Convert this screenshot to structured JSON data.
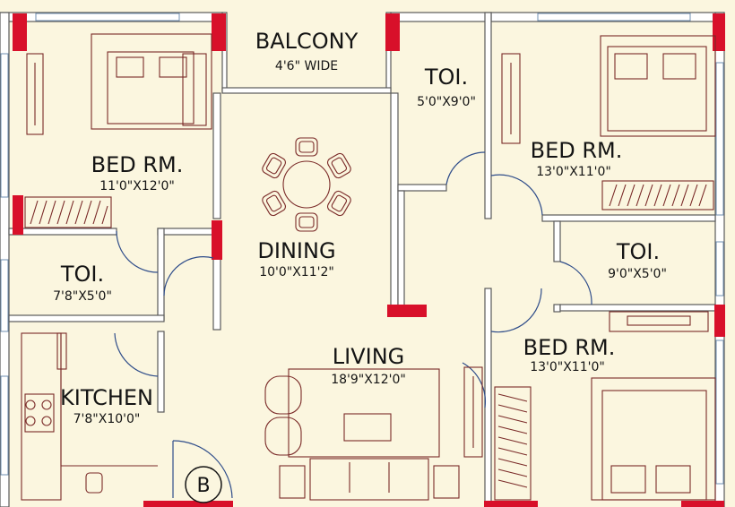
{
  "rooms": {
    "balcony": {
      "name": "BALCONY",
      "dim": "4'6\" WIDE"
    },
    "toi_top": {
      "name": "TOI.",
      "dim": "5'0\"X9'0\""
    },
    "bed_left": {
      "name": "BED RM.",
      "dim": "11'0\"X12'0\""
    },
    "bed_right_top": {
      "name": "BED RM.",
      "dim": "13'0\"X11'0\""
    },
    "dining": {
      "name": "DINING",
      "dim": "10'0\"X11'2\""
    },
    "toi_left": {
      "name": "TOI.",
      "dim": "7'8\"X5'0\""
    },
    "toi_right": {
      "name": "TOI.",
      "dim": "9'0\"X5'0\""
    },
    "living": {
      "name": "LIVING",
      "dim": "18'9\"X12'0\""
    },
    "bed_right_bottom": {
      "name": "BED RM.",
      "dim": "13'0\"X11'0\""
    },
    "kitchen": {
      "name": "KITCHEN",
      "dim": "7'8\"X10'0\""
    }
  },
  "badge": {
    "label": "B"
  },
  "colors": {
    "background": "#fbf6df",
    "pillar": "#d8102a",
    "door": "#2f4d8a",
    "furniture": "#7a2a28"
  }
}
